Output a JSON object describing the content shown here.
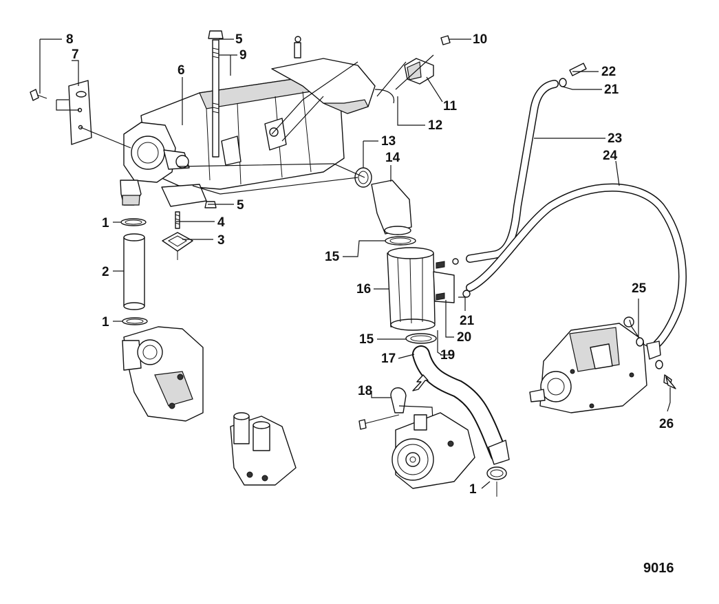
{
  "diagram": {
    "figure_number": "9016",
    "callouts": {
      "c1a": "1",
      "c1b": "1",
      "c1c": "1",
      "c2": "2",
      "c3": "3",
      "c4": "4",
      "c5a": "5",
      "c5b": "5",
      "c6": "6",
      "c7": "7",
      "c8": "8",
      "c9": "9",
      "c10": "10",
      "c11": "11",
      "c12": "12",
      "c13": "13",
      "c14": "14",
      "c15a": "15",
      "c15b": "15",
      "c16": "16",
      "c17": "17",
      "c18": "18",
      "c19": "19",
      "c20": "20",
      "c21a": "21",
      "c21b": "21",
      "c22": "22",
      "c23": "23",
      "c24": "24",
      "c25": "25",
      "c26": "26"
    }
  }
}
